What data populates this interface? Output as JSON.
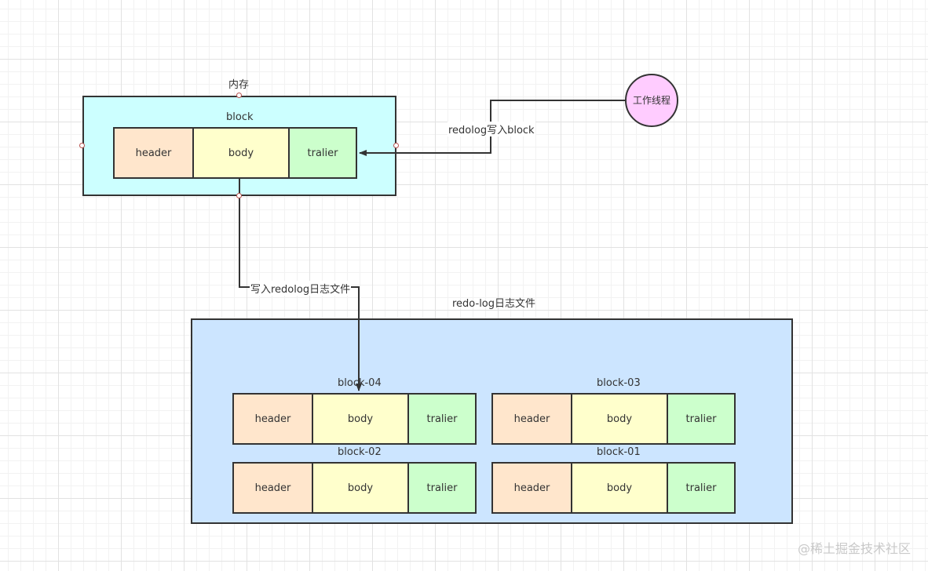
{
  "memory": {
    "title": "内存",
    "block": {
      "title": "block",
      "cells": [
        "header",
        "body",
        "tralier"
      ]
    }
  },
  "worker": {
    "label": "工作线程"
  },
  "edges": {
    "write_block": "redolog写入block",
    "write_file": "写入redolog日志文件"
  },
  "file": {
    "title": "redo-log日志文件",
    "blocks": [
      {
        "title": "block-04",
        "cells": [
          "header",
          "body",
          "tralier"
        ]
      },
      {
        "title": "block-03",
        "cells": [
          "header",
          "body",
          "tralier"
        ]
      },
      {
        "title": "block-02",
        "cells": [
          "header",
          "body",
          "tralier"
        ]
      },
      {
        "title": "block-01",
        "cells": [
          "header",
          "body",
          "tralier"
        ]
      }
    ]
  },
  "watermark": "@稀土掘金技术社区",
  "colors": {
    "memory_bg": "#ccffff",
    "file_bg": "#cce5ff",
    "header": "#ffe6cc",
    "body": "#ffffcc",
    "tralier": "#ccffcc",
    "worker": "#ffccff"
  }
}
